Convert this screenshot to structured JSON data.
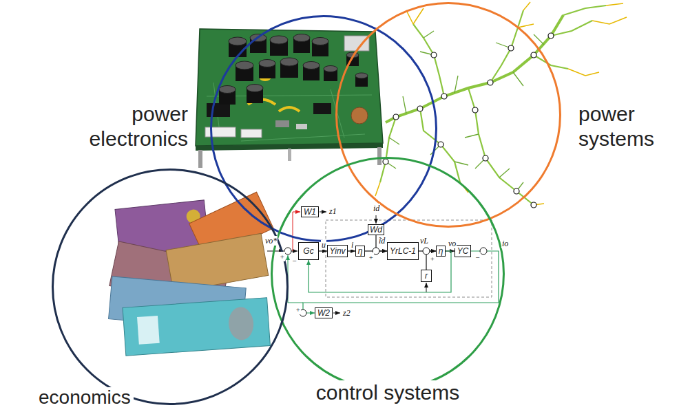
{
  "diagram": {
    "nodes": [
      {
        "text": [
          "power electronics"
        ]
      },
      {
        "text": [
          "power systems"
        ]
      },
      {
        "text": [
          "control systems"
        ]
      },
      {
        "text": [
          "W1"
        ],
        "in": 2
      },
      {
        "text": [
          "Wd"
        ],
        "in": 2
      },
      {
        "text": [
          "Gc"
        ],
        "in": 2
      },
      {
        "text": [
          "Yinv"
        ],
        "in": 2
      },
      {
        "text": [
          "η"
        ],
        "in": 2
      },
      {
        "text": [
          "YrLC-1"
        ],
        "in": 2
      },
      {
        "text": [
          "η"
        ],
        "in": 2
      },
      {
        "text": [
          "YC"
        ],
        "in": 2
      },
      {
        "text": [
          "r"
        ],
        "in": 2
      },
      {
        "text": [
          "W2"
        ],
        "in": 2
      },
      {
        "text": [
          "economics"
        ]
      }
    ],
    "edges": [
      {
        "from": 5,
        "to": 6,
        "arrow": "to"
      },
      {
        "from": 6,
        "to": 7,
        "arrow": "to"
      },
      {
        "from": 7,
        "to": 8,
        "arrow": "to"
      },
      {
        "from": 4,
        "to": 8,
        "arrow": "to"
      },
      {
        "from": 8,
        "to": 9,
        "arrow": "to"
      },
      {
        "from": 11,
        "to": 9,
        "arrow": "to"
      },
      {
        "from": 9,
        "to": 10,
        "arrow": "to"
      },
      {
        "from": 9,
        "to": 5,
        "arrow": "to"
      },
      {
        "from": 10,
        "to": 12,
        "arrow": "to"
      }
    ],
    "labels": [
      "id",
      "z1",
      "vo*",
      "ĩd",
      "vL",
      "vo",
      "io",
      "u",
      "i",
      "+",
      "+",
      "−",
      "+",
      "−",
      "+",
      "z2"
    ]
  }
}
